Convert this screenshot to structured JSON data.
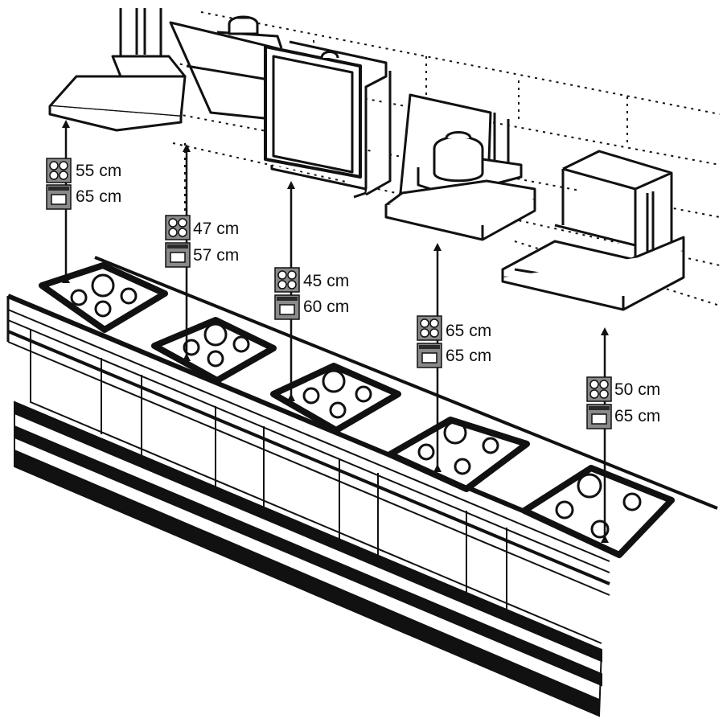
{
  "colors": {
    "ink": "#111111",
    "paper": "#ffffff",
    "icon_fill": "#8a8a8a",
    "icon_dark": "#2a2a2a"
  },
  "icons": {
    "cooktop_icon": "gas-hob-icon",
    "oven_icon": "electric-cooker-icon"
  },
  "clearances": [
    {
      "hood": "chimney-hood",
      "gas": "55 cm",
      "electric": "65 cm"
    },
    {
      "hood": "angled-hood",
      "gas": "47 cm",
      "electric": "57 cm"
    },
    {
      "hood": "flat-cabinet-hood",
      "gas": "45 cm",
      "electric": "60 cm"
    },
    {
      "hood": "canopy-hood",
      "gas": "65 cm",
      "electric": "65 cm"
    },
    {
      "hood": "slim-builtin-hood",
      "gas": "50 cm",
      "electric": "65 cm"
    }
  ]
}
